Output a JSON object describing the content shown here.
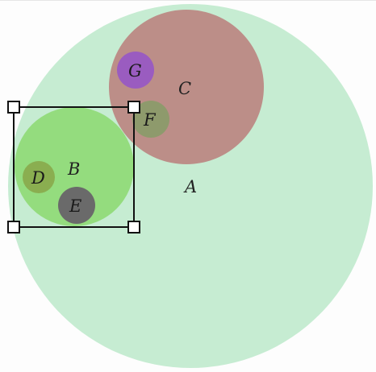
{
  "circles": {
    "A": {
      "label": "A",
      "color": "#c6ecd2",
      "role": "outer set"
    },
    "B": {
      "label": "B",
      "color": "#94dc7e",
      "role": "subset of A"
    },
    "C": {
      "label": "C",
      "color": "#bc8e88",
      "role": "subset of A"
    },
    "D": {
      "label": "D",
      "color": "#8aae50",
      "role": "subset of B"
    },
    "E": {
      "label": "E",
      "color": "#6a6a6a",
      "role": "subset of B"
    },
    "F": {
      "label": "F",
      "color": "#8e9a6c",
      "role": "subset of C"
    },
    "G": {
      "label": "G",
      "color": "#9a5cc0",
      "role": "subset of C"
    }
  },
  "selection": {
    "target": "B",
    "handle_count": 4,
    "stroke_color": "#111111",
    "handle_fill": "#ffffff"
  }
}
